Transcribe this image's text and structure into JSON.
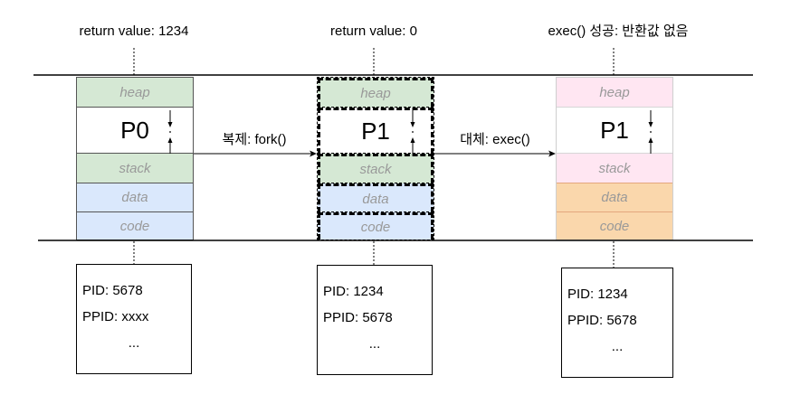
{
  "processes": [
    {
      "return_label": "return value: 1234",
      "heap": "heap",
      "name": "P0",
      "stack": "stack",
      "data": "data",
      "code": "code",
      "pid": "PID: 5678",
      "ppid": "PPID: xxxx",
      "more": "...",
      "colors": {
        "heap": "#d5e8d4",
        "stack": "#d5e8d4",
        "data": "#dae8fc",
        "code": "#dae8fc"
      }
    },
    {
      "return_label": "return value: 0",
      "heap": "heap",
      "name": "P1",
      "stack": "stack",
      "data": "data",
      "code": "code",
      "pid": "PID: 1234",
      "ppid": "PPID: 5678",
      "more": "...",
      "colors": {
        "heap": "#d5e8d4",
        "stack": "#d5e8d4",
        "data": "#dae8fc",
        "code": "#dae8fc"
      }
    },
    {
      "return_label": "exec() 성공: 반환값 없음",
      "heap": "heap",
      "name": "P1",
      "stack": "stack",
      "data": "data",
      "code": "code",
      "pid": "PID: 1234",
      "ppid": "PPID: 5678",
      "more": "...",
      "colors": {
        "heap": "#ffe6f2",
        "stack": "#ffe6f2",
        "data": "#fad7ac",
        "code": "#fad7ac"
      }
    }
  ],
  "transitions": [
    {
      "label": "복제: fork()"
    },
    {
      "label": "대체: exec()"
    }
  ]
}
